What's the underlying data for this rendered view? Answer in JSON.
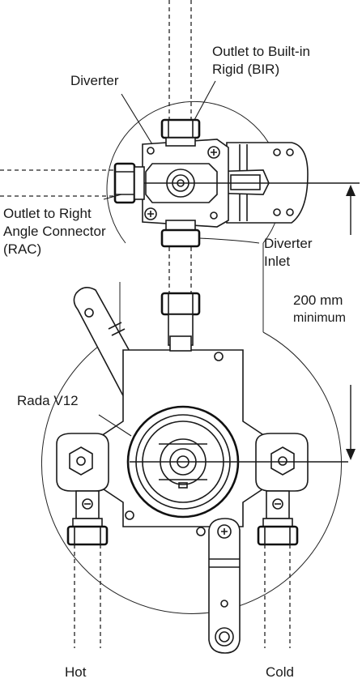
{
  "labels": {
    "outlet_bir": [
      "Outlet to Built-in",
      "Rigid (BIR)"
    ],
    "diverter": "Diverter",
    "outlet_rac": [
      "Outlet to Right",
      "Angle Connector",
      "(RAC)"
    ],
    "diverter_inlet": [
      "Diverter",
      "Inlet"
    ],
    "dimension": [
      "200 mm",
      "minimum"
    ],
    "model": "Rada V12",
    "hot": "Hot",
    "cold": "Cold"
  }
}
